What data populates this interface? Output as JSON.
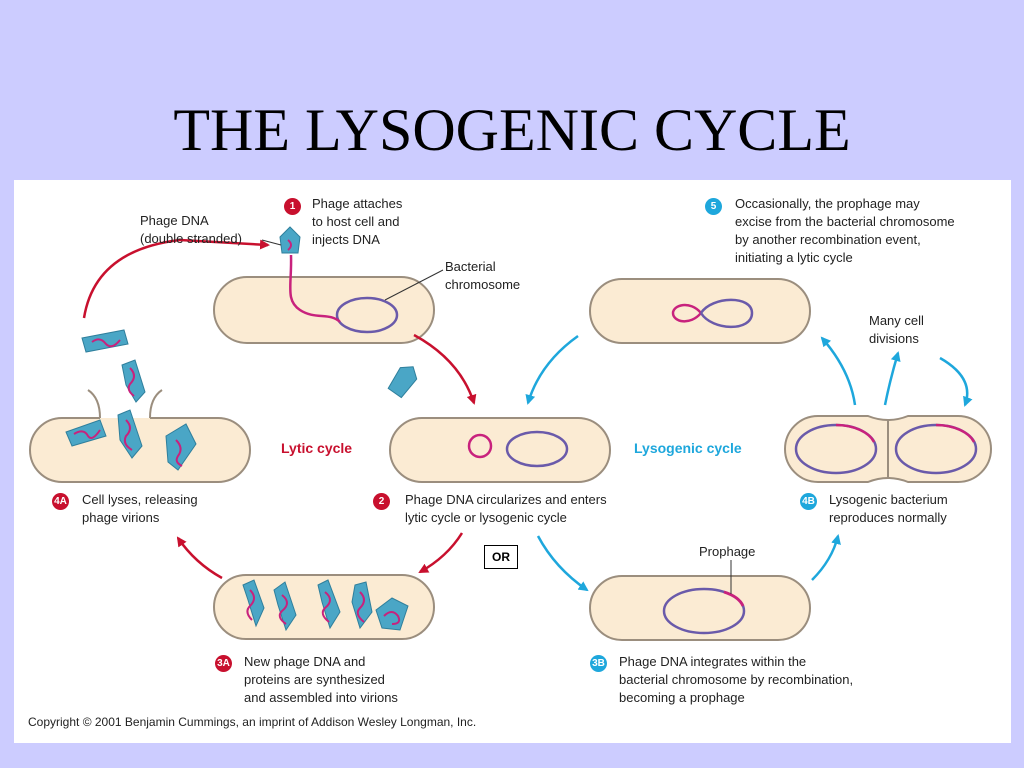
{
  "title": "THE LYSOGENIC CYCLE",
  "colors": {
    "background": "#ccccff",
    "lytic": "#c8102e",
    "lysogenic": "#1ea7dc",
    "cell_fill": "#fbebd3",
    "dna": "#c8227d",
    "chromosome": "#6a5aaa",
    "phage": "#4aa6c6"
  },
  "labels": {
    "phage_dna": [
      "Phage DNA",
      "(double stranded)"
    ],
    "bacterial_chromosome": [
      "Bacterial",
      "chromosome"
    ],
    "prophage": "Prophage",
    "many_cell_divisions": [
      "Many cell",
      "divisions"
    ],
    "lytic_cycle": "Lytic cycle",
    "lysogenic_cycle": "Lysogenic cycle",
    "or": "OR"
  },
  "steps": {
    "s1": {
      "badge": "1",
      "lines": [
        "Phage attaches",
        "to host cell and",
        "injects DNA"
      ]
    },
    "s2": {
      "badge": "2",
      "lines": [
        "Phage DNA circularizes and enters",
        "lytic cycle or lysogenic cycle"
      ]
    },
    "s3a": {
      "badge": "3A",
      "lines": [
        "New phage DNA and",
        "proteins are synthesized",
        "and assembled into virions"
      ]
    },
    "s4a": {
      "badge": "4A",
      "lines": [
        "Cell lyses, releasing",
        "phage virions"
      ]
    },
    "s3b": {
      "badge": "3B",
      "lines": [
        "Phage DNA integrates within the",
        "bacterial chromosome by recombination,",
        "becoming a prophage"
      ]
    },
    "s4b": {
      "badge": "4B",
      "lines": [
        "Lysogenic bacterium",
        "reproduces normally"
      ]
    },
    "s5": {
      "badge": "5",
      "lines": [
        "Occasionally, the prophage may",
        "excise from the bacterial chromosome",
        "by another recombination event,",
        "initiating a lytic cycle"
      ]
    }
  },
  "copyright": "Copyright © 2001 Benjamin Cummings, an imprint of Addison Wesley Longman, Inc."
}
